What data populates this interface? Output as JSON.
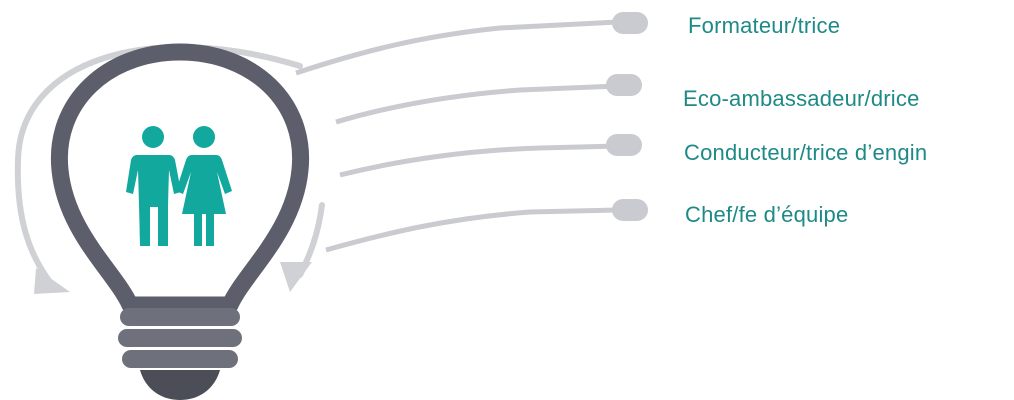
{
  "roles": [
    {
      "label": "Formateur/trice"
    },
    {
      "label": "Eco-ambassadeur/drice"
    },
    {
      "label": "Conducteur/trice d’engin"
    },
    {
      "label": "Chef/fe d’équipe"
    }
  ],
  "icons": {
    "center": "couple-icon",
    "bulb": "light-bulb-icon",
    "arrow": "curved-arrow-icon"
  },
  "colors": {
    "teal": "#13a89e",
    "bulb_outline": "#5c5f6b",
    "connector": "#c9cbd0",
    "arc": "#d0d1d5",
    "base_light": "#6e717b",
    "base_dark": "#4b4e57",
    "text": "#1e8a87"
  }
}
